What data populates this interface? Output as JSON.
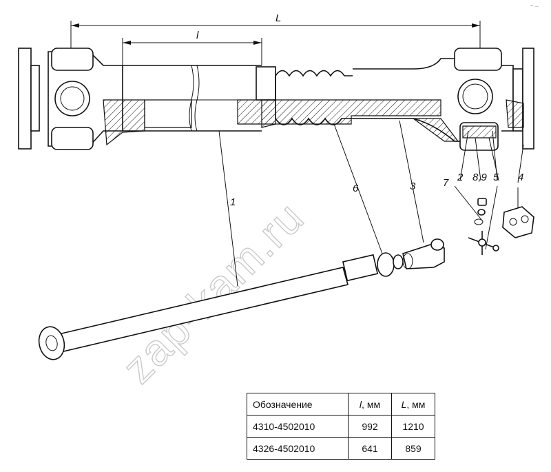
{
  "dimensions": {
    "L": "L",
    "l": "l"
  },
  "callouts": {
    "c1": "1",
    "c2": "2",
    "c3": "3",
    "c4": "4",
    "c5": "5",
    "c6": "6",
    "c7": "7",
    "c89": "8,9"
  },
  "watermark": "zap-kam.ru",
  "corner_mark": "~ ...",
  "table": {
    "headers": {
      "designation": "Обозначение",
      "l_prefix": "l",
      "l_unit": ", мм",
      "L_prefix": "L",
      "L_unit": ", мм"
    },
    "rows": [
      {
        "designation": "4310-4502010",
        "l": "992",
        "L": "1210"
      },
      {
        "designation": "4326-4502010",
        "l": "641",
        "L": "859"
      }
    ]
  }
}
